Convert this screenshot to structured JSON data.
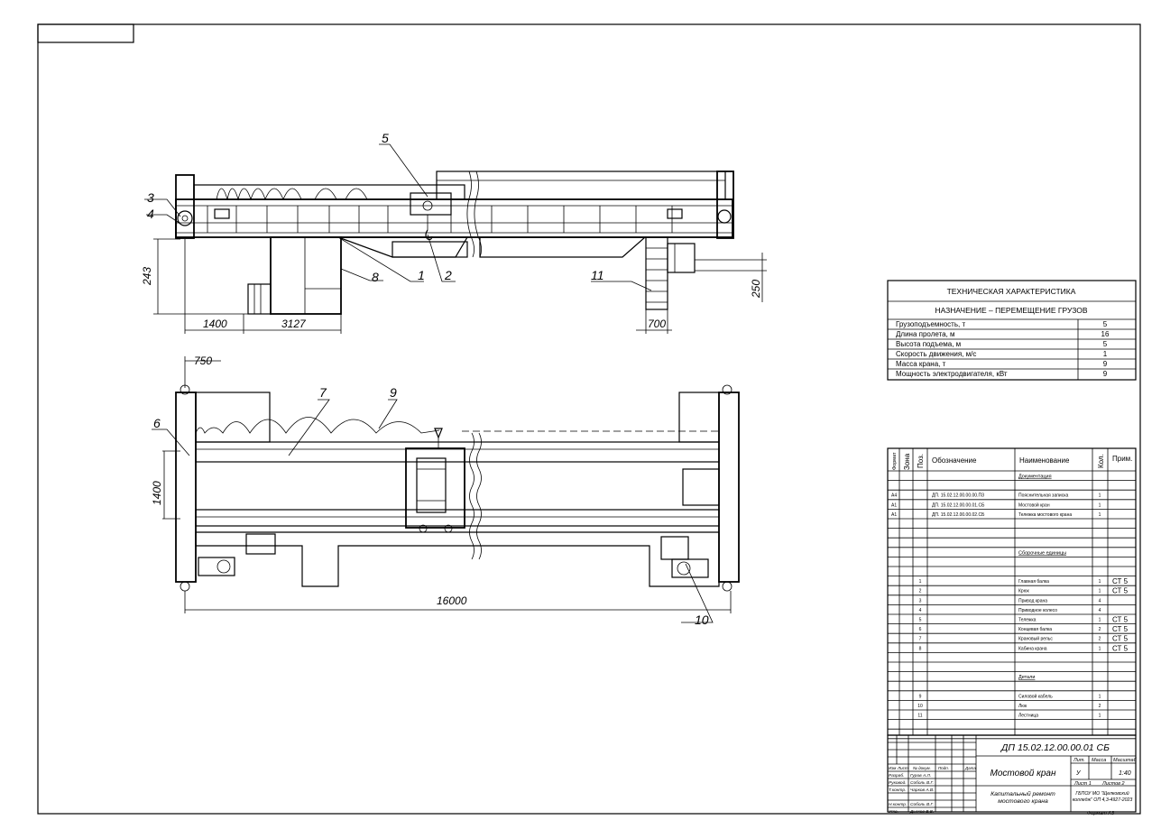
{
  "drawing": {
    "top_view_labels": {
      "pos1": "1",
      "pos2": "2",
      "pos3": "3",
      "pos4": "4",
      "pos5": "5",
      "pos8": "8",
      "pos11": "11",
      "dim_243": "243",
      "dim_1400": "1400",
      "dim_3127": "3127",
      "dim_700": "700",
      "dim_250": "250"
    },
    "plan_view_labels": {
      "pos6": "6",
      "pos7": "7",
      "pos9": "9",
      "pos10": "10",
      "dim_750": "750",
      "dim_1400": "1400",
      "dim_16000": "16000"
    }
  },
  "tech": {
    "title": "ТЕХНИЧЕСКАЯ ХАРАКТЕРИСТИКА",
    "purpose": "НАЗНАЧЕНИЕ – ПЕРЕМЕЩЕНИЕ ГРУЗОВ",
    "rows": [
      {
        "param": "Грузоподъемность,  т",
        "value": "5"
      },
      {
        "param": "Длина пролета, м",
        "value": "16"
      },
      {
        "param": "Высота подъема, м",
        "value": "5"
      },
      {
        "param": "Скорость движения, м/с",
        "value": "1"
      },
      {
        "param": "Масса крана, т",
        "value": "9"
      },
      {
        "param": "Мощность электродвигателя, кВт",
        "value": "9"
      }
    ]
  },
  "spec": {
    "headers": {
      "format": "Формат",
      "zone": "Зона",
      "pos": "Поз.",
      "designation": "Обозначение",
      "name": "Наименование",
      "qty": "Кол.",
      "note": "Прим."
    },
    "rows": [
      {
        "format": "",
        "pos": "",
        "designation": "",
        "name": "Документация",
        "qty": "",
        "note": "",
        "section": true
      },
      {
        "format": "",
        "pos": "",
        "designation": "",
        "name": "",
        "qty": "",
        "note": ""
      },
      {
        "format": "А4",
        "pos": "",
        "designation": "ДП. 15.02.12.00.00.00.ПЗ",
        "name": "Пояснительная записка",
        "qty": "1",
        "note": ""
      },
      {
        "format": "А1",
        "pos": "",
        "designation": "ДП. 15.02.12.00.00.01.СБ",
        "name": "Мостовой кран",
        "qty": "1",
        "note": ""
      },
      {
        "format": "А1",
        "pos": "",
        "designation": "ДП. 15.02.12.00.00.02.СБ",
        "name": "Тележка мостового крана",
        "qty": "1",
        "note": ""
      },
      {
        "format": "",
        "pos": "",
        "designation": "",
        "name": "",
        "qty": "",
        "note": ""
      },
      {
        "format": "",
        "pos": "",
        "designation": "",
        "name": "",
        "qty": "",
        "note": ""
      },
      {
        "format": "",
        "pos": "",
        "designation": "",
        "name": "",
        "qty": "",
        "note": ""
      },
      {
        "format": "",
        "pos": "",
        "designation": "",
        "name": "Сборочные единицы",
        "qty": "",
        "note": "",
        "section": true
      },
      {
        "format": "",
        "pos": "",
        "designation": "",
        "name": "",
        "qty": "",
        "note": ""
      },
      {
        "format": "",
        "pos": "",
        "designation": "",
        "name": "",
        "qty": "",
        "note": ""
      },
      {
        "format": "",
        "pos": "1",
        "designation": "",
        "name": "Главная балка",
        "qty": "1",
        "note": "СТ 5"
      },
      {
        "format": "",
        "pos": "2",
        "designation": "",
        "name": "Крюк",
        "qty": "1",
        "note": "СТ 5"
      },
      {
        "format": "",
        "pos": "3",
        "designation": "",
        "name": "Привод крана",
        "qty": "4",
        "note": ""
      },
      {
        "format": "",
        "pos": "4",
        "designation": "",
        "name": "Приводное колесо",
        "qty": "4",
        "note": ""
      },
      {
        "format": "",
        "pos": "5",
        "designation": "",
        "name": "Тележка",
        "qty": "1",
        "note": "СТ 5"
      },
      {
        "format": "",
        "pos": "6",
        "designation": "",
        "name": "Концевая балка",
        "qty": "2",
        "note": "СТ 5"
      },
      {
        "format": "",
        "pos": "7",
        "designation": "",
        "name": "Крановый рельс",
        "qty": "2",
        "note": "СТ 5"
      },
      {
        "format": "",
        "pos": "8",
        "designation": "",
        "name": "Кабина крана",
        "qty": "1",
        "note": "СТ 5"
      },
      {
        "format": "",
        "pos": "",
        "designation": "",
        "name": "",
        "qty": "",
        "note": ""
      },
      {
        "format": "",
        "pos": "",
        "designation": "",
        "name": "",
        "qty": "",
        "note": ""
      },
      {
        "format": "",
        "pos": "",
        "designation": "",
        "name": "Детали",
        "qty": "",
        "note": "",
        "section": true
      },
      {
        "format": "",
        "pos": "",
        "designation": "",
        "name": "",
        "qty": "",
        "note": ""
      },
      {
        "format": "",
        "pos": "9",
        "designation": "",
        "name": "Силовой кабель",
        "qty": "1",
        "note": ""
      },
      {
        "format": "",
        "pos": "10",
        "designation": "",
        "name": "Люк",
        "qty": "2",
        "note": ""
      },
      {
        "format": "",
        "pos": "11",
        "designation": "",
        "name": "Лестница",
        "qty": "1",
        "note": ""
      },
      {
        "format": "",
        "pos": "",
        "designation": "",
        "name": "",
        "qty": "",
        "note": ""
      },
      {
        "format": "",
        "pos": "",
        "designation": "",
        "name": "",
        "qty": "",
        "note": ""
      }
    ]
  },
  "title_block": {
    "doc_code": "ДП  15.02.12.00.00.01  СБ",
    "product": "Мостовой  кран",
    "work": "Капитальный  ремонт\nмостового  крана",
    "org": "ГБПОУ МО \"Щелковский\nколледж\" ОП 4,3-4927-2023",
    "format": "Формат  А3",
    "lit_h": "Лит.",
    "mass_h": "Масса",
    "scale_h": "Масштаб",
    "lit": "У",
    "scale": "1:40",
    "sheet": "Лист  1",
    "sheets": "Листов  2",
    "head": {
      "izm": "Изм",
      "list": "Лист",
      "ndoc": "№ докум.",
      "podp": "Подп.",
      "data": "Дата"
    },
    "people": [
      {
        "role": "Разраб.",
        "name": "Гуров А.Л."
      },
      {
        "role": "Руковод.",
        "name": "Соболь В.Г."
      },
      {
        "role": "Т.контр.",
        "name": "Чарков А.В."
      },
      {
        "role": "",
        "name": ""
      },
      {
        "role": "Н.контр.",
        "name": "Соболь В.Г."
      },
      {
        "role": "Утв.",
        "name": "Дьяков В.В."
      }
    ]
  }
}
